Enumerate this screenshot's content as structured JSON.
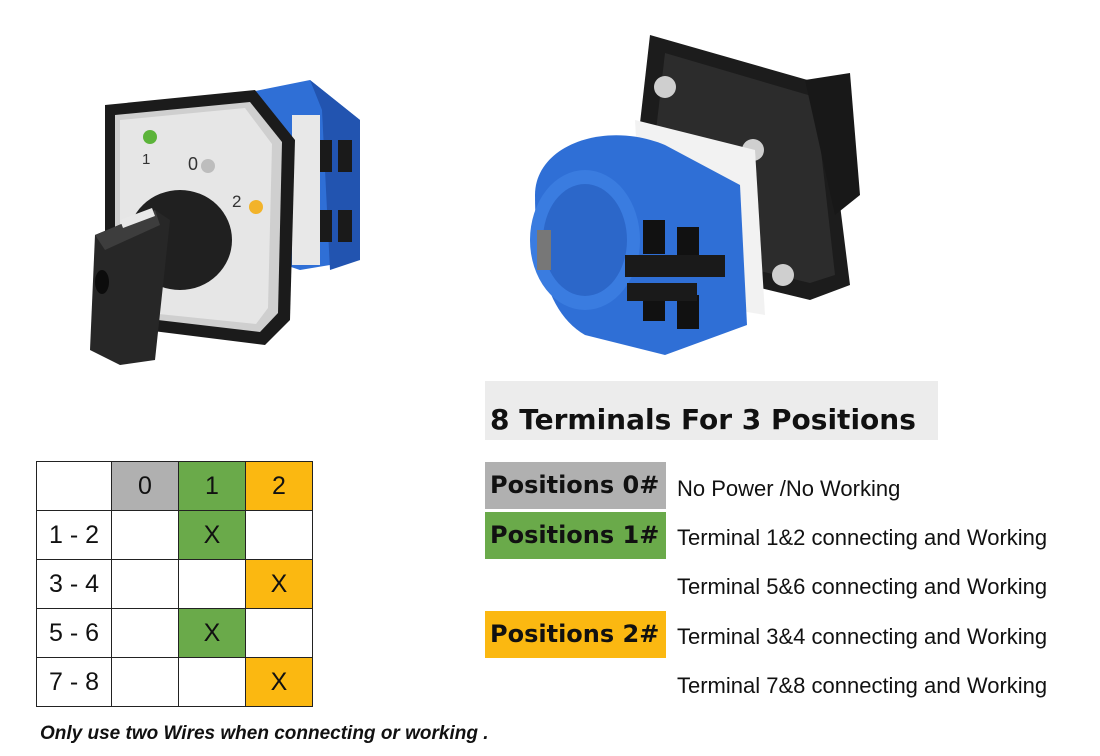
{
  "front_dial": {
    "label_1": "1",
    "label_0": "0",
    "label_2": "2"
  },
  "heading": "8  Terminals For 3 Positions",
  "legend": [
    {
      "label": "Positions  0#",
      "color": "#b0b0b0",
      "description": "No Power /No Working"
    },
    {
      "label": "Positions  1#",
      "color": "#6aaa4a",
      "description": "Terminal 1&2 connecting and Working",
      "description_2": "Terminal 5&6 connecting and Working"
    },
    {
      "label": "Positions  2#",
      "color": "#fbb811",
      "description": "Terminal 3&4 connecting and Working",
      "description_2": "Terminal 7&8 connecting and Working"
    }
  ],
  "table": {
    "header": [
      "",
      "0",
      "1",
      "2"
    ],
    "rows": [
      {
        "terminals": "1 - 2",
        "cells": [
          "",
          "X",
          ""
        ]
      },
      {
        "terminals": "3 - 4",
        "cells": [
          "",
          "",
          "X"
        ]
      },
      {
        "terminals": "5 - 6",
        "cells": [
          "",
          "X",
          ""
        ]
      },
      {
        "terminals": "7 - 8",
        "cells": [
          "",
          "",
          "X"
        ]
      }
    ]
  },
  "footnote": "Only use two Wires when connecting or working .",
  "colors": {
    "gray": "#b0b0b0",
    "green": "#6aaa4a",
    "yellow": "#fbb811",
    "blue": "#2f6fd6"
  }
}
